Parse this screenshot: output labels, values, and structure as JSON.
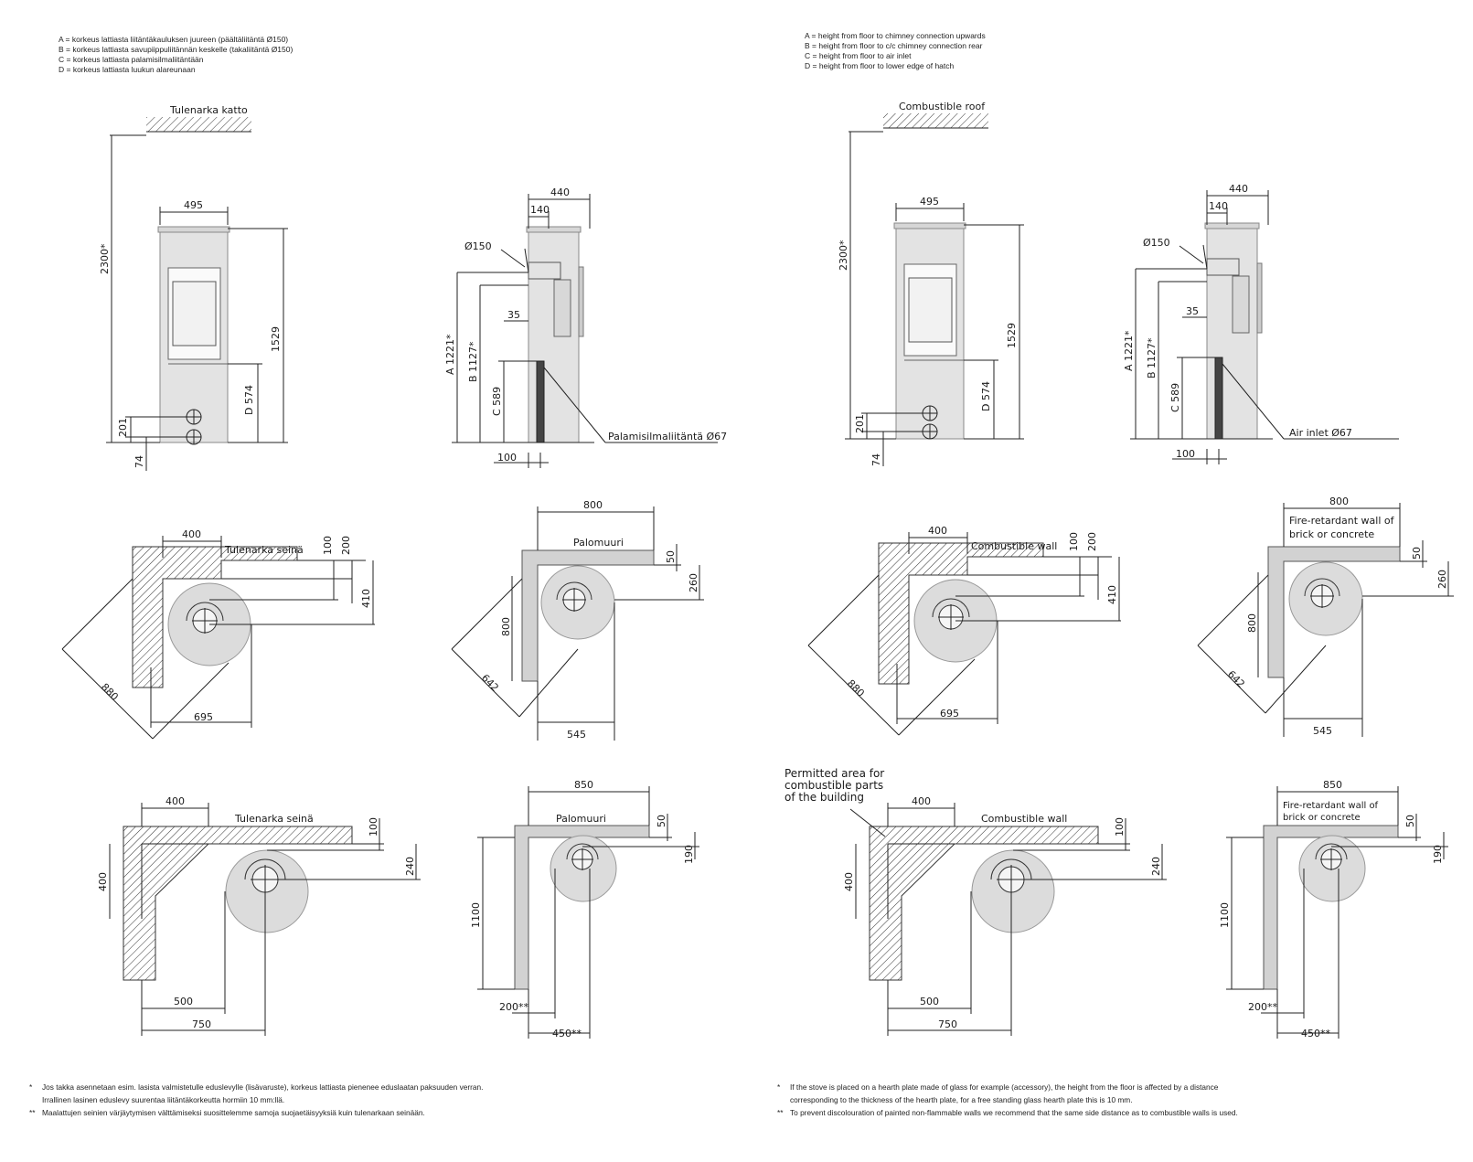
{
  "legend_fi": [
    "A = korkeus lattiasta liitäntäkauluksen juureen (päältäliitäntä Ø150)",
    "B = korkeus lattiasta savupiippuliitännän keskelle (takaliitäntä Ø150)",
    "C = korkeus lattiasta palamisilmaliitäntään",
    "D = korkeus lattiasta luukun alareunaan"
  ],
  "legend_en": [
    "A = height from floor to chimney connection upwards",
    "B = height from floor to c/c chimney connection rear",
    "C = height from floor to air inlet",
    "D = height from floor to lower edge of hatch"
  ],
  "fi": {
    "roof": "Tulenarka katto",
    "wall": "Tulenarka seinä",
    "firewall": "Palomuuri",
    "air_inlet": "Palamisilmaliitäntä Ø67",
    "permitted": [
      "",
      "",
      ""
    ]
  },
  "en": {
    "roof": "Combustible roof",
    "wall": "Combustible wall",
    "firewall1": "Fire-retardant wall of",
    "firewall2": "brick or concrete",
    "air_inlet": "Air inlet Ø67",
    "permitted": [
      "Permitted area for",
      "combustible parts",
      "of the building"
    ]
  },
  "dims": {
    "h2300": "2300*",
    "w495": "495",
    "h1529": "1529",
    "d574": "D 574",
    "h201": "201",
    "h74": "74",
    "w440": "440",
    "w140": "140",
    "dia150": "Ø150",
    "w35": "35",
    "a1221": "A 1221*",
    "b1127": "B 1127*",
    "c589": "C 589",
    "w100": "100",
    "c400": "400",
    "c100": "100",
    "c200": "200",
    "c410": "410",
    "c880": "880",
    "c695": "695",
    "f800": "800",
    "f50": "50",
    "f260": "260",
    "f642": "642",
    "f545": "545",
    "p400": "400",
    "p100": "100",
    "p240": "240",
    "p500": "500",
    "p750": "750",
    "g850": "850",
    "g50": "50",
    "g190": "190",
    "g1100": "1100",
    "g200": "200**",
    "g450": "450**"
  },
  "footnotes_fi": [
    {
      "mark": "*",
      "text": "Jos takka asennetaan esim. lasista valmistetulle eduslevylle (lisävaruste), korkeus lattiasta pienenee eduslaatan paksuuden verran."
    },
    {
      "mark": "",
      "text": "Irrallinen lasinen eduslevy suurentaa liitäntäkorkeutta hormiin 10 mm:llä."
    },
    {
      "mark": "**",
      "text": "Maalattujen seinien värjäytymisen välttämiseksi suosittelemme samoja suojaetäisyyksiä kuin tulenarkaan seinään."
    }
  ],
  "footnotes_en": [
    {
      "mark": "*",
      "text": "If the stove is placed on a hearth plate made of glass for example (accessory), the height from the floor is affected by a distance"
    },
    {
      "mark": "",
      "text": "corresponding to the thickness of the hearth plate, for a free standing glass hearth plate this is 10 mm."
    },
    {
      "mark": "**",
      "text": "To prevent discolouration of painted non-flammable walls we recommend that the same side distance as to combustible walls is used."
    }
  ]
}
